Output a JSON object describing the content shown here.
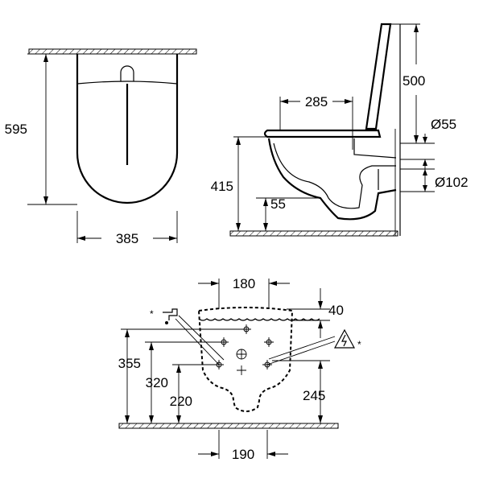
{
  "dimensions": {
    "top_height": "595",
    "top_width": "385",
    "side_seat_depth": "285",
    "side_lid_height": "500",
    "side_pipe_small": "Ø55",
    "side_pipe_large": "Ø102",
    "side_height": "415",
    "side_rim": "55",
    "rear_top_spacing": "180",
    "rear_top_offset": "40",
    "rear_height_a": "355",
    "rear_height_b": "320",
    "rear_height_c": "220",
    "rear_height_d": "245",
    "rear_bottom_spacing": "190"
  },
  "markers": {
    "water_note": "*",
    "electric_note": "*"
  }
}
